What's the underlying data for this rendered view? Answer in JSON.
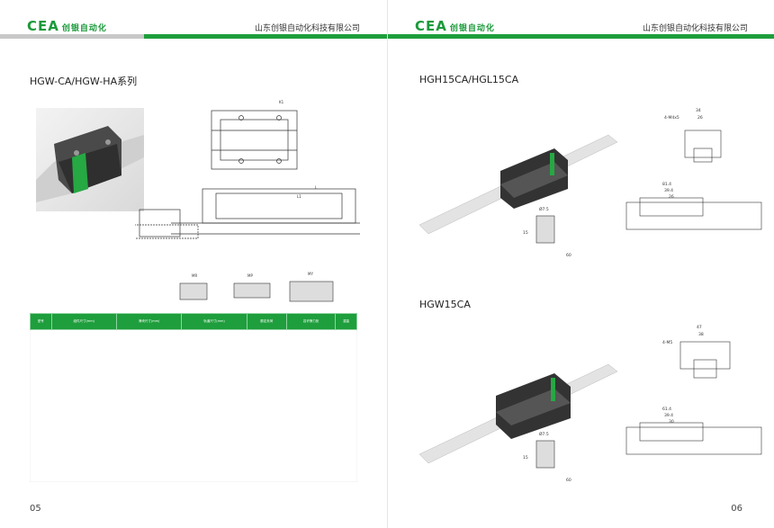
{
  "left": {
    "logo": "CEA",
    "logo_cn": "创银自动化",
    "company": "山东创银自动化科技有限公司",
    "title": "HGW-CA/HGW-HA系列",
    "page_number": "05",
    "diagram_labels": {
      "mr": "MR",
      "mp": "MP",
      "my": "MY"
    }
  },
  "right": {
    "logo": "CEA",
    "logo_cn": "创银自动化",
    "company": "山东创银自动化科技有限公司",
    "section1_title": "HGH15CA/HGL15CA",
    "section2_title": "HGW15CA",
    "page_number": "06",
    "dims1": {
      "top_width": "34",
      "top_inner": "26",
      "hole": "4-M4x5",
      "d1": "81.4",
      "d2": "39.4",
      "d3": "26",
      "pitch": "60",
      "rail_h": "15",
      "hole_d": "Ø7.5"
    },
    "dims2": {
      "top_width": "47",
      "top_inner": "38",
      "hole": "4-M5",
      "d1": "61.4",
      "d2": "39.4",
      "d3": "30",
      "pitch": "60",
      "rail_h": "15",
      "hole_d": "Ø7.5"
    }
  },
  "colors": {
    "brand_green": "#1e9e3c",
    "bar_grey": "#c8c8c8"
  }
}
